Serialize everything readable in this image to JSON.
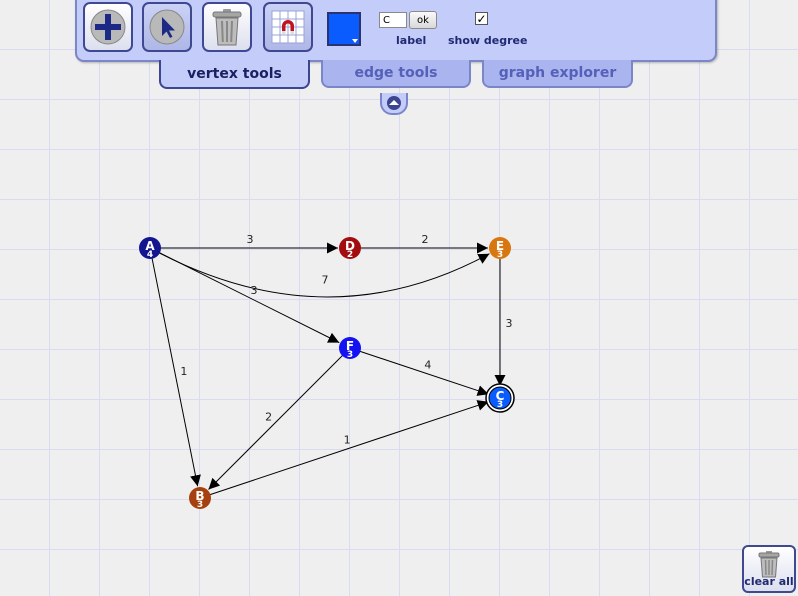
{
  "toolbar": {
    "tools": [
      {
        "name": "add-vertex-button",
        "icon": "plus-icon"
      },
      {
        "name": "select-button",
        "icon": "cursor-arrow-icon"
      },
      {
        "name": "delete-button",
        "icon": "trash-icon"
      },
      {
        "name": "snap-grid-button",
        "icon": "magnet-grid-icon"
      }
    ],
    "color": "#0a5cff",
    "label_value": "C",
    "ok_label": "ok",
    "label_caption": "label",
    "show_degree_caption": "show degree",
    "show_degree_checked": "✓"
  },
  "tabs": [
    {
      "label": "vertex tools",
      "active": true
    },
    {
      "label": "edge tools",
      "active": false
    },
    {
      "label": "graph explorer",
      "active": false
    }
  ],
  "graph": {
    "vertices": [
      {
        "id": "A",
        "degree": "4",
        "color": "#13168f"
      },
      {
        "id": "D",
        "degree": "2",
        "color": "#a30d0d"
      },
      {
        "id": "E",
        "degree": "3",
        "color": "#d8760f"
      },
      {
        "id": "F",
        "degree": "3",
        "color": "#1412f0"
      },
      {
        "id": "C",
        "degree": "3",
        "color": "#0a5cff",
        "selected": true
      },
      {
        "id": "B",
        "degree": "3",
        "color": "#a7400f"
      }
    ],
    "edges": [
      {
        "from": "A",
        "to": "E",
        "weight": "7"
      },
      {
        "from": "A",
        "to": "D",
        "weight": "3"
      },
      {
        "from": "D",
        "to": "E",
        "weight": "2"
      },
      {
        "from": "A",
        "to": "F",
        "weight": "3"
      },
      {
        "from": "E",
        "to": "C",
        "weight": "3"
      },
      {
        "from": "F",
        "to": "C",
        "weight": "4"
      },
      {
        "from": "A",
        "to": "B",
        "weight": "1"
      },
      {
        "from": "F",
        "to": "B",
        "weight": "2"
      },
      {
        "from": "B",
        "to": "C",
        "weight": "1"
      }
    ]
  },
  "clear_all_label": "clear all"
}
